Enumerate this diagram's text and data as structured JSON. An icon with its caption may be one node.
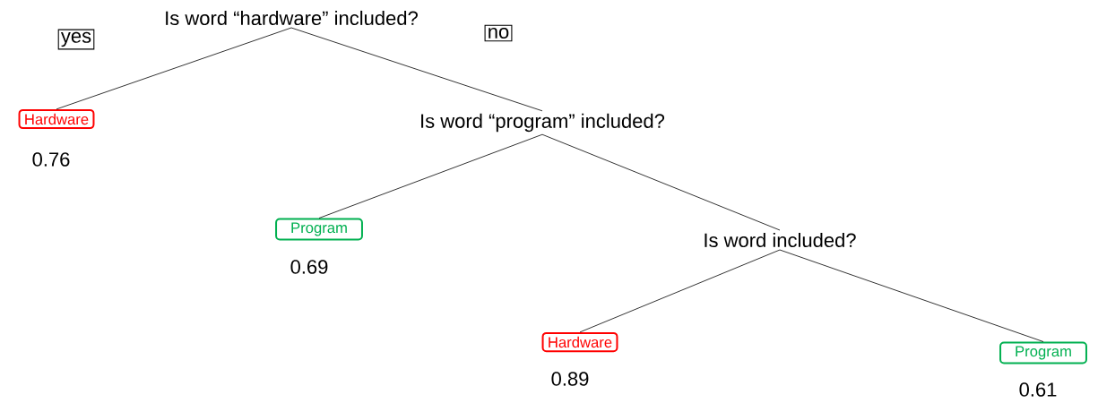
{
  "diagram": {
    "nodes": [
      {
        "text": [
          "Is word “hardware” included?"
        ]
      },
      {
        "text": [
          "Hardware"
        ],
        "beside": [
          "0.76"
        ]
      },
      {
        "text": [
          "Is word “program” included?"
        ]
      },
      {
        "text": [
          "Program"
        ],
        "beside": [
          "0.69"
        ]
      },
      {
        "text": [
          "Is word included?"
        ]
      },
      {
        "text": [
          "Hardware"
        ],
        "beside": [
          "0.89"
        ]
      },
      {
        "text": [
          "Program"
        ],
        "beside": [
          "0.61"
        ]
      }
    ],
    "edges": [
      {
        "from": 0,
        "to": 1,
        "arrow": "none",
        "label": "yes"
      },
      {
        "from": 0,
        "to": 2,
        "arrow": "none",
        "label": "no"
      },
      {
        "from": 2,
        "to": 3,
        "arrow": "none"
      },
      {
        "from": 2,
        "to": 4,
        "arrow": "none"
      },
      {
        "from": 4,
        "to": 5,
        "arrow": "none"
      },
      {
        "from": 4,
        "to": 6,
        "arrow": "none"
      }
    ]
  }
}
